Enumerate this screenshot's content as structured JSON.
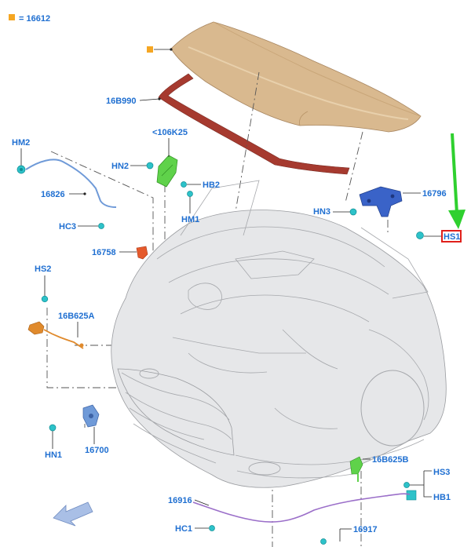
{
  "legend": {
    "swatch_color": "#f5a623",
    "text": "= 16612"
  },
  "labels": {
    "16B990": "16B990",
    "106K25": "<106K25",
    "HN2": "HN2",
    "HB2": "HB2",
    "HM1": "HM1",
    "HM2": "HM2",
    "16826": "16826",
    "HC3": "HC3",
    "16758": "16758",
    "HS2": "HS2",
    "16B625A": "16B625A",
    "HN1": "HN1",
    "16700": "16700",
    "HN3": "HN3",
    "16796": "16796",
    "HS1": "HS1",
    "16B625B": "16B625B",
    "HS3": "HS3",
    "HB1": "HB1",
    "16916": "16916",
    "HC1": "HC1",
    "16917": "16917"
  },
  "highlight": {
    "box_color": "#e0201b",
    "arrow_color": "#2fd02f"
  },
  "colors": {
    "label_blue": "#1f6fd1",
    "hood": "#d9b98f",
    "seal": "#a63a2f",
    "latch_green": "#5fd24a",
    "hinge_blue": "#3a63c8",
    "cable_orange": "#e08a2c",
    "prop_rod_blue": "#6f9ad8",
    "cable_purple": "#9b6fc9",
    "clip_teal": "#2dc2c9"
  },
  "icons": {
    "direction": "front-direction-arrow-icon"
  }
}
